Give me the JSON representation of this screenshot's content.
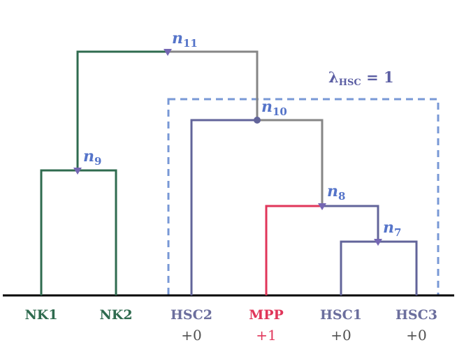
{
  "colors": {
    "nk_branch": "#2f6b4f",
    "hsc_branch": "#62649a",
    "mpp_branch": "#e0365a",
    "gray_branch": "#868686",
    "node_label": "#5574c9",
    "box": "#7898d6",
    "marker": "#7466b3",
    "baseline": "#000000"
  },
  "leaves": [
    {
      "label": "NK1",
      "delta": "",
      "color": "#2f6b4f"
    },
    {
      "label": "NK2",
      "delta": "",
      "color": "#2f6b4f"
    },
    {
      "label": "HSC2",
      "delta": "+0",
      "color": "#6b6e9d"
    },
    {
      "label": "MPP",
      "delta": "+1",
      "color": "#e0365a"
    },
    {
      "label": "HSC1",
      "delta": "+0",
      "color": "#6b6e9d"
    },
    {
      "label": "HSC3",
      "delta": "+0",
      "color": "#6b6e9d"
    }
  ],
  "nodes": [
    {
      "id": "n11",
      "base": "n",
      "sub": "11"
    },
    {
      "id": "n10",
      "base": "n",
      "sub": "10"
    },
    {
      "id": "n9",
      "base": "n",
      "sub": "9"
    },
    {
      "id": "n8",
      "base": "n",
      "sub": "8"
    },
    {
      "id": "n7",
      "base": "n",
      "sub": "7"
    }
  ],
  "annotation": {
    "symbol": "λ",
    "subscript": "HSC",
    "rest": " = 1"
  }
}
